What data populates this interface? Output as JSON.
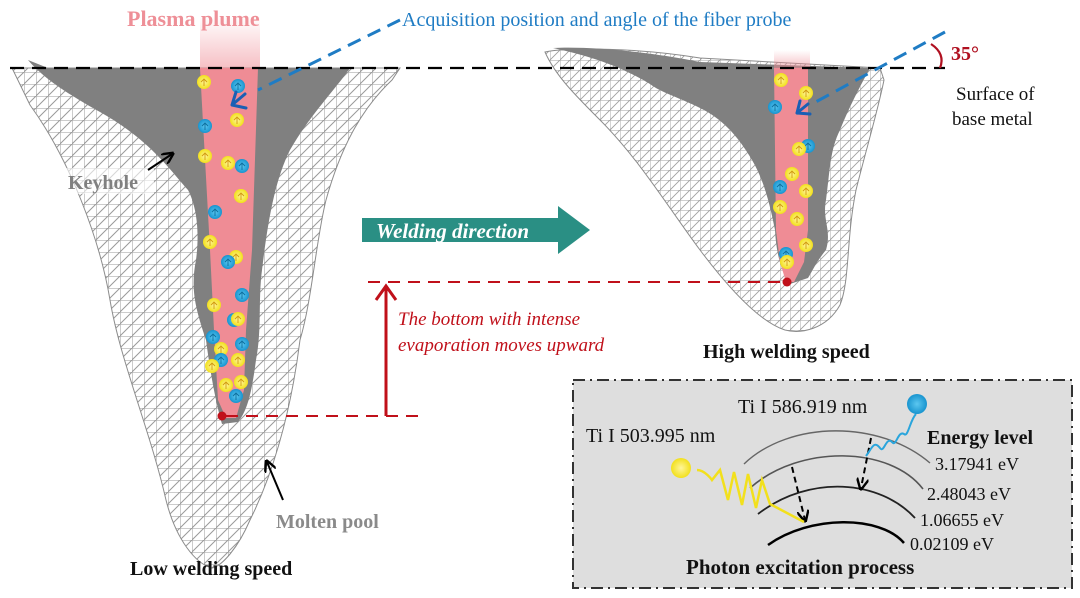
{
  "labels": {
    "plasma_plume": "Plasma plume",
    "probe": "Acquisition position and angle of the fiber probe",
    "angle": "35°",
    "surface_line1": "Surface of",
    "surface_line2": "base metal",
    "keyhole": "Keyhole",
    "molten_pool": "Molten pool",
    "welding_direction": "Welding direction",
    "evap_line1": "The bottom with intense",
    "evap_line2": "evaporation moves upward",
    "low_speed": "Low welding speed",
    "high_speed": "High welding speed"
  },
  "inset": {
    "title": "Photon excitation process",
    "energy_title": "Energy level",
    "line_a": "Ti I 503.995 nm",
    "line_b": "Ti I 586.919 nm",
    "levels": [
      "3.17941 eV",
      "2.48043 eV",
      "1.06655 eV",
      "0.02109 eV"
    ]
  },
  "colors": {
    "plasma_text": "#ee8f97",
    "plasma": "#ef8c95",
    "keyhole": "#808080",
    "probe": "#1f7cc4",
    "red": "#c0101a",
    "teal": "#2a8f84",
    "yellow_particle": "#f7ea3a",
    "blue_particle": "#2aa5dc",
    "inset_bg": "#dedede"
  }
}
